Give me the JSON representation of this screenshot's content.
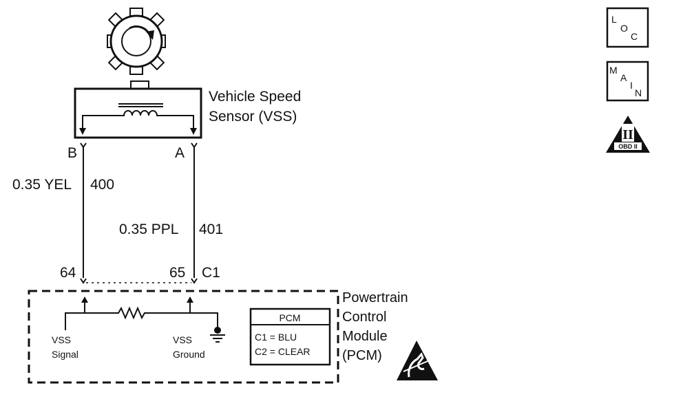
{
  "sensor": {
    "name_line1": "Vehicle Speed",
    "name_line2": "Sensor (VSS)",
    "terminal_b": "B",
    "terminal_a": "A"
  },
  "wires": [
    {
      "gauge_color": "0.35 YEL",
      "circuit": "400",
      "pcm_pin": "64"
    },
    {
      "gauge_color": "0.35 PPL",
      "circuit": "401",
      "pcm_pin": "65"
    }
  ],
  "connector": "C1",
  "pcm": {
    "name_lines": [
      "Powertrain",
      "Control",
      "Module",
      "(PCM)"
    ],
    "signal_label_1": "VSS",
    "signal_label_2": "Signal",
    "ground_label_1": "VSS",
    "ground_label_2": "Ground",
    "table_title": "PCM",
    "table_rows": [
      "C1 = BLU",
      "C2 = CLEAR"
    ]
  },
  "side_icons": {
    "loc": [
      "L",
      "O",
      "C"
    ],
    "main": [
      "M",
      "A",
      "I",
      "N"
    ],
    "obd_numeral": "II",
    "obd_label": "OBD II"
  }
}
